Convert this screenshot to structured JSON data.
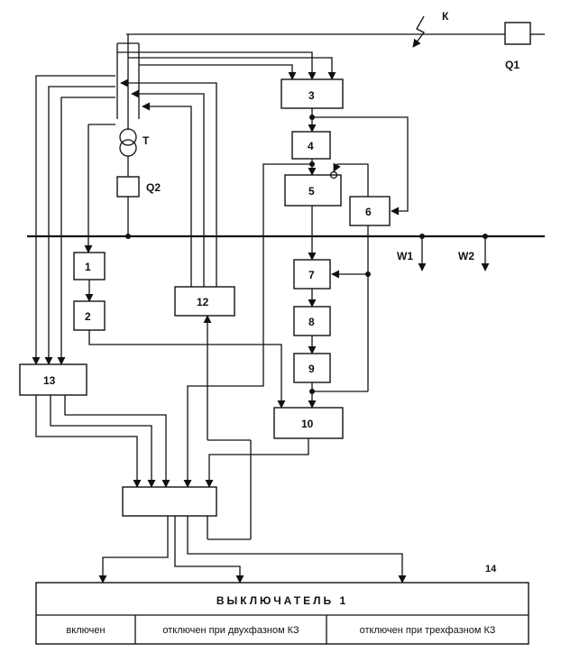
{
  "labels": {
    "fault": "К",
    "q1": "Q1",
    "q2": "Q2",
    "transformer": "Т",
    "w1": "W1",
    "w2": "W2",
    "ref_14": "14"
  },
  "blocks": {
    "b1": "1",
    "b2": "2",
    "b3": "3",
    "b4": "4",
    "b5": "5",
    "b6": "6",
    "b7": "7",
    "b8": "8",
    "b9": "9",
    "b10": "10",
    "b12": "12",
    "b13": "13"
  },
  "breaker": {
    "title": "ВЫКЛЮЧАТЕЛЬ 1",
    "states": [
      "включен",
      "отключен при двухфазном КЗ",
      "отключен при трехфазном КЗ"
    ]
  },
  "colors": {
    "ink": "#111111",
    "background": "#ffffff"
  }
}
